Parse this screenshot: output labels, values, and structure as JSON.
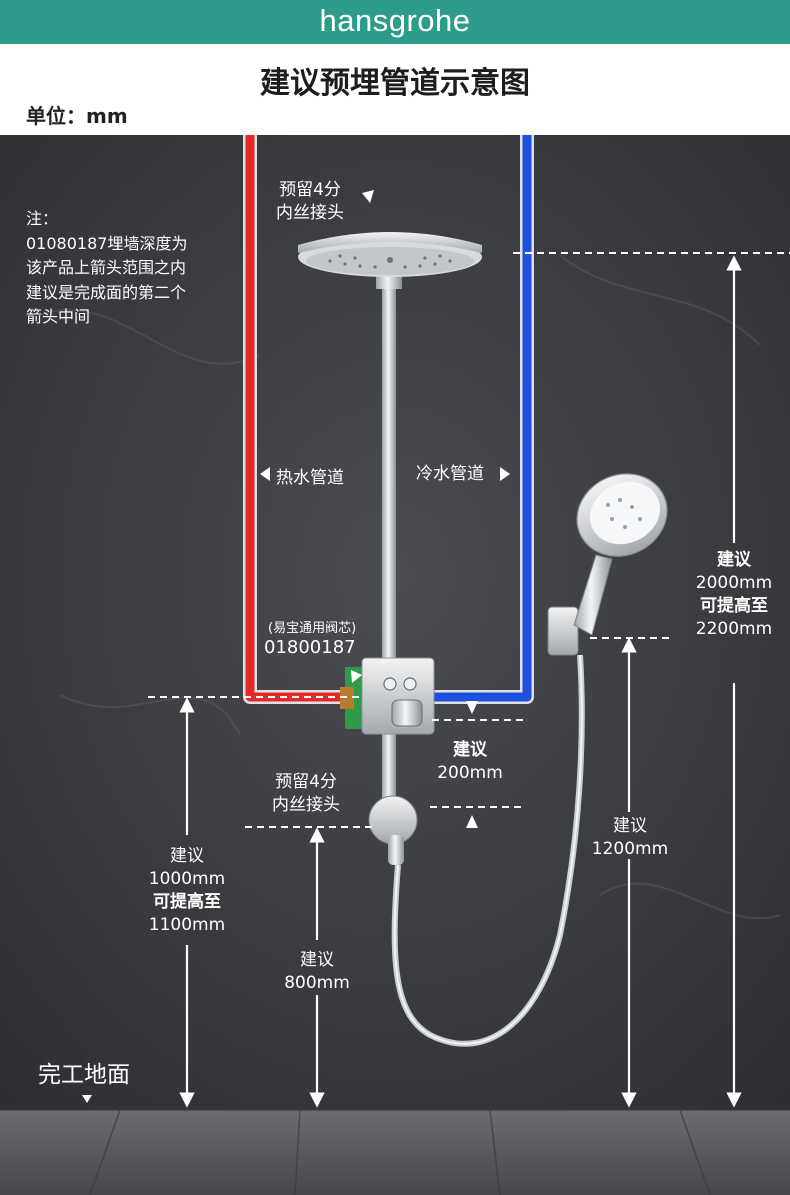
{
  "header": {
    "brand": "hansgrohe",
    "title": "建议预埋管道示意图",
    "unit": "单位：mm"
  },
  "note": {
    "lines": [
      "注：",
      "01080187埋墙深度为",
      "该产品上箭头范围之内",
      "建议是完成面的第二个",
      "箭头中间"
    ]
  },
  "pipes": {
    "hot_label": "热水管道",
    "cold_label": "冷水管道",
    "hot_color": "#e32a2a",
    "cold_color": "#1f4fe0"
  },
  "labels": {
    "top_fitting": [
      "预留4分",
      "内丝接头"
    ],
    "valve_core": "(易宝通用阀芯)",
    "valve_code": "01800187",
    "lower_fitting": [
      "预留4分",
      "内丝接头"
    ],
    "floor": "完工地面"
  },
  "dimensions": {
    "overhead": {
      "lines": [
        "建议",
        "2000mm",
        "可提高至",
        "2200mm"
      ]
    },
    "mixer_center": {
      "lines": [
        "建议",
        "1000mm",
        "可提高至",
        "1100mm"
      ]
    },
    "mixer_to_outlet": {
      "lines": [
        "建议",
        "200mm"
      ]
    },
    "outlet_height": {
      "lines": [
        "建议",
        "800mm"
      ]
    },
    "holder_height": {
      "lines": [
        "建议",
        "1200mm"
      ]
    }
  },
  "colors": {
    "brand": "#2d9c8a",
    "wall": "#3c3e42",
    "floor": "#5b5d62",
    "dash": "#ffffff"
  }
}
